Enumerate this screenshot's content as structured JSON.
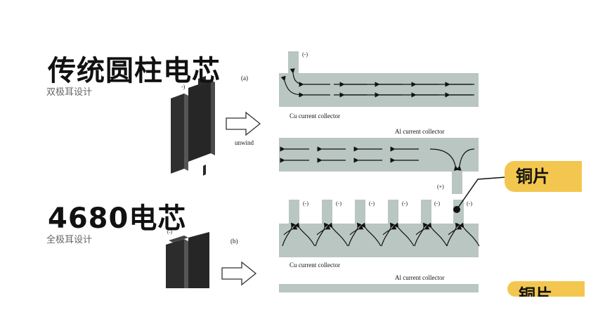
{
  "titles": {
    "traditional": "传统圆柱电芯",
    "traditional_sub": "双极耳设计",
    "cell4680": "4680电芯",
    "cell4680_sub": "全极耳设计"
  },
  "diagram": {
    "panel_a": "(a)",
    "panel_b": "(b)",
    "unwind": "unwind",
    "neg": "(-)",
    "pos": "(+)",
    "tab_neg": "-)",
    "cu_collector": "Cu current collector",
    "al_collector": "Al current collector"
  },
  "callouts": {
    "copper": "铜片",
    "copper_partial": "铜片"
  },
  "colors": {
    "collector": "#b9c6c1",
    "badge": "#f3c74f",
    "cell_dark": "#2a2a2a"
  }
}
